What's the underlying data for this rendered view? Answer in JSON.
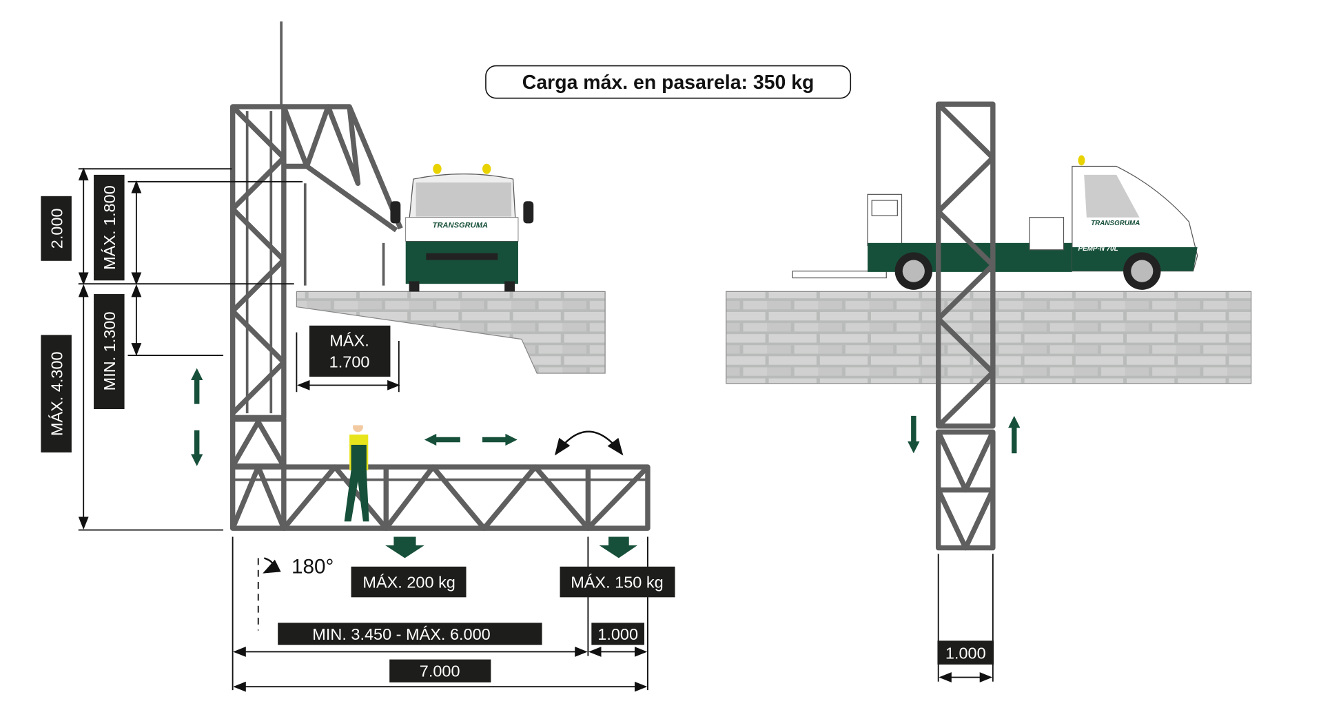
{
  "title": "Carga máx. en pasarela: 350 kg",
  "dimensions": {
    "total_height_min_label": "2.000",
    "max_1800": "MÁX. 1.800",
    "max_4300": "MÁX. 4.300",
    "min_1300": "MIN. 1.300",
    "max_1700_line1": "MÁX.",
    "max_1700_line2": "1.700",
    "rotation": "180°",
    "load_200": "MÁX. 200 kg",
    "load_150": "MÁX. 150 kg",
    "reach": "MIN. 3.450 - MÁX. 6.000",
    "end_width": "1.000",
    "total_length": "7.000",
    "side_width": "1.000"
  },
  "truck": {
    "brand": "TRANSGRUMA",
    "model": "PEMP-N 70L"
  },
  "colors": {
    "truss": "#5f5f5f",
    "brand_green": "#17503a",
    "label_bg": "#1d1d1b"
  }
}
